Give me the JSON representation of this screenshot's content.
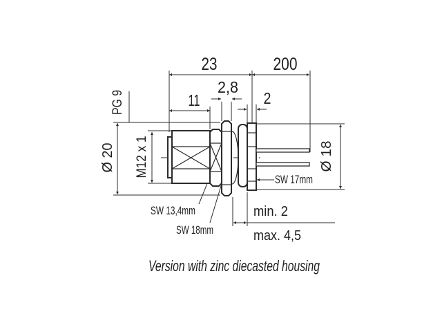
{
  "colors": {
    "background": "#ffffff",
    "line": "#2b2b2b",
    "text": "#1f1f1f"
  },
  "diagram": {
    "caption": "Version with zinc diecasted housing",
    "dims": {
      "front_length": "23",
      "wire_length": "200",
      "thread_length": "11",
      "flange_thickness": "2,8",
      "rear_hex_thickness": "2",
      "pg_thread": "PG 9",
      "flange_diameter": "Ø 20",
      "thread_spec": "M12 x 1",
      "rear_diameter": "Ø 18",
      "wrench_rear": "SW 17mm",
      "wrench_hex": "SW 13,4mm",
      "wrench_flange": "SW 18mm",
      "panel_min": "min. 2",
      "panel_max": "max. 4,5"
    }
  }
}
